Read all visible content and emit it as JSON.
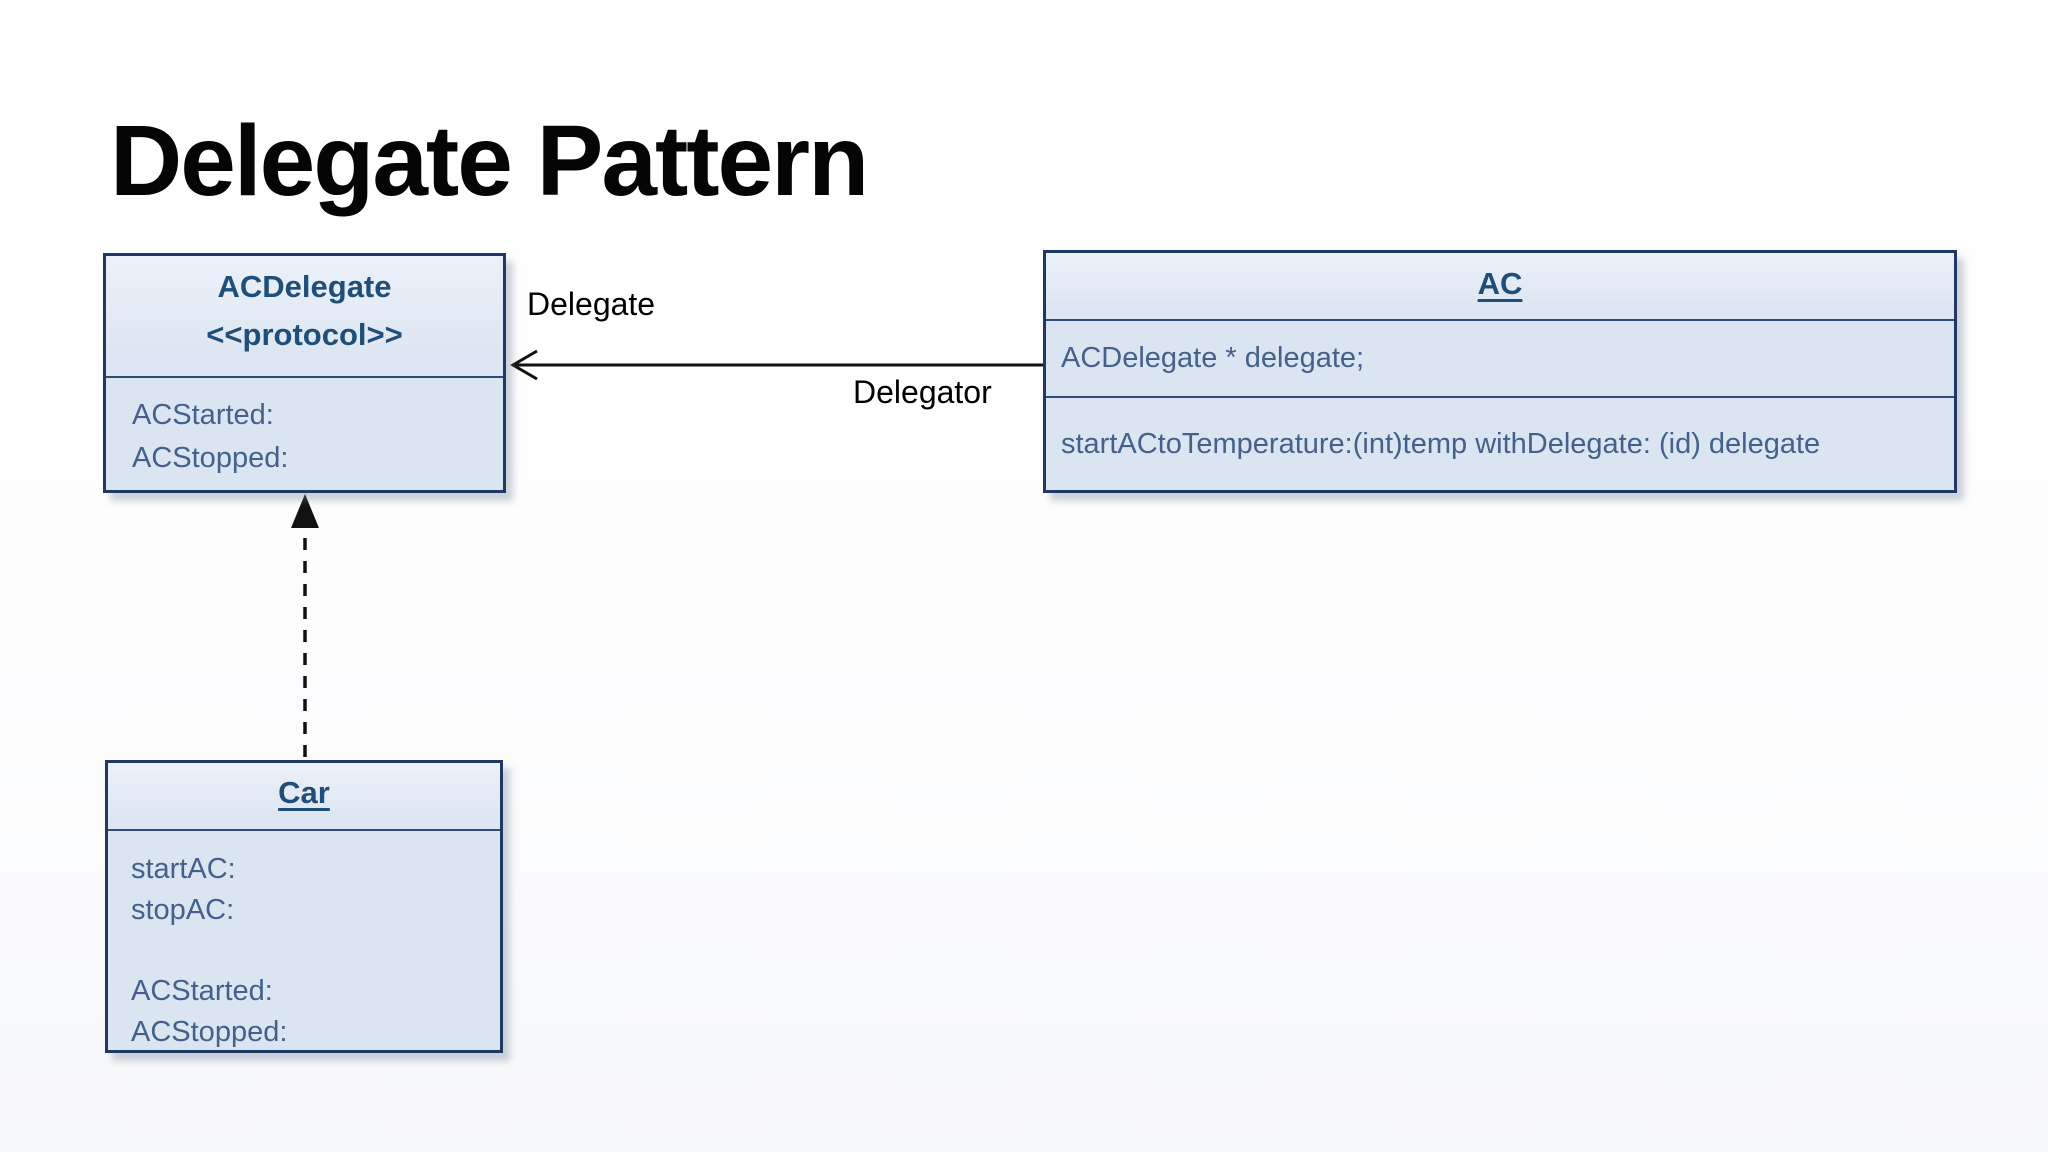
{
  "page": {
    "title": "Delegate Pattern"
  },
  "colors": {
    "box_fill": "#dbe5f1",
    "box_border": "#1f3864",
    "class_title_text": "#1f4e79",
    "class_body_text": "#44618c",
    "edge_stroke": "#111111",
    "edge_label_text": "#000000",
    "page_background": "#ffffff"
  },
  "classes": {
    "acdelegate": {
      "name": "ACDelegate",
      "stereotype": "<<protocol>>",
      "methods": [
        "ACStarted:",
        "ACStopped:"
      ]
    },
    "ac": {
      "name": "AC",
      "attributes": [
        "ACDelegate * delegate;"
      ],
      "methods": [
        "startACtoTemperature:(int)temp withDelegate: (id) delegate"
      ]
    },
    "car": {
      "name": "Car",
      "methods_top": [
        "startAC:",
        "stopAC:"
      ],
      "methods_bottom": [
        "ACStarted:",
        "ACStopped:"
      ]
    }
  },
  "edges": {
    "association": {
      "from": "AC",
      "to": "ACDelegate",
      "style": "solid",
      "arrowhead": "open",
      "label_top": "Delegate",
      "label_bottom": "Delegator"
    },
    "realization": {
      "from": "Car",
      "to": "ACDelegate",
      "style": "dashed",
      "arrowhead": "filled-triangle"
    }
  }
}
